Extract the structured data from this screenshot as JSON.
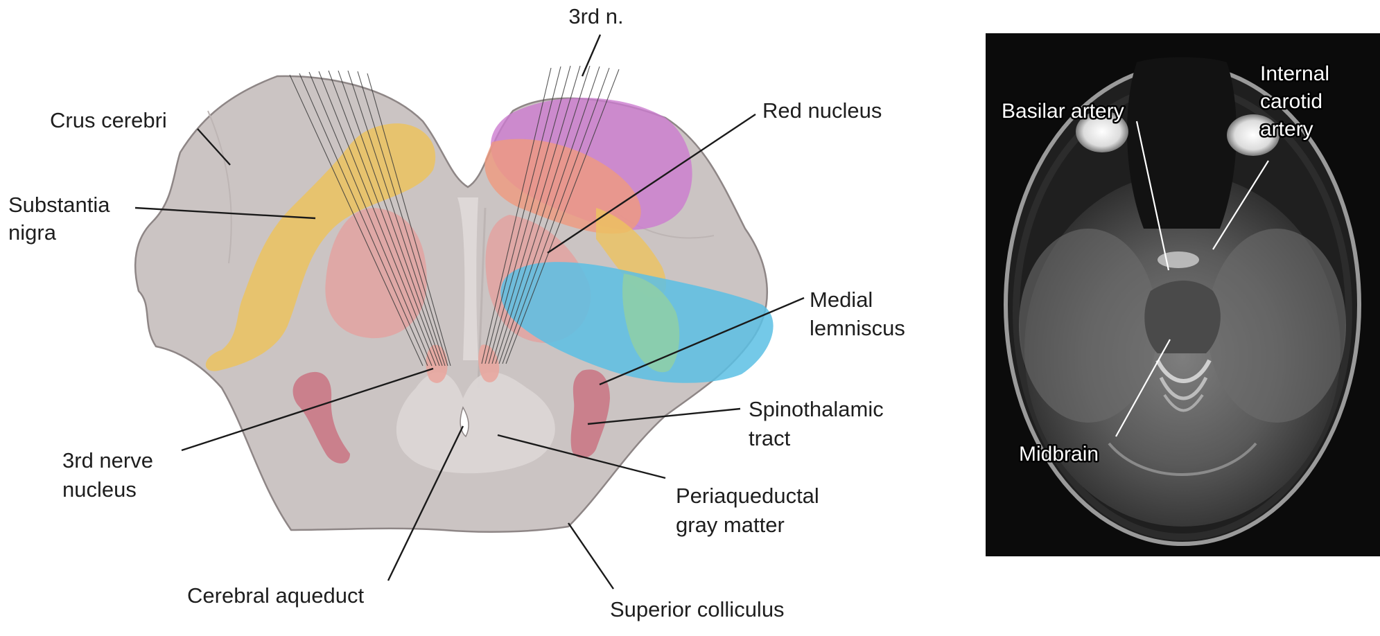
{
  "diagram": {
    "labels": {
      "third_n": "3rd n.",
      "crus_cerebri": "Crus cerebri",
      "substantia_nigra": [
        "Substantia",
        "nigra"
      ],
      "red_nucleus": "Red nucleus",
      "medial_lemniscus": [
        "Medial",
        "lemniscus"
      ],
      "spinothalamic_tract": [
        "Spinothalamic",
        "tract"
      ],
      "third_nerve_nucleus": [
        "3rd nerve",
        "nucleus"
      ],
      "periaqueductal_gray": [
        "Periaqueductal",
        "gray matter"
      ],
      "cerebral_aqueduct": "Cerebral aqueduct",
      "superior_colliculus": "Superior colliculus"
    },
    "colors": {
      "tissue": "#c9c2c1",
      "substantia_nigra": "#ecc35f",
      "red_nucleus": "#e79c9a",
      "third_nerve": "#c9697a",
      "magenta_region": "#cc7ccf",
      "salmon_region": "#ef9a7e",
      "medial_lemniscus": "#5cc0e4",
      "green_overlap": "#8fcfa6"
    }
  },
  "mri": {
    "labels": {
      "basilar_artery": "Basilar artery",
      "internal_carotid": [
        "Internal",
        "carotid",
        "artery"
      ],
      "midbrain": "Midbrain"
    }
  }
}
